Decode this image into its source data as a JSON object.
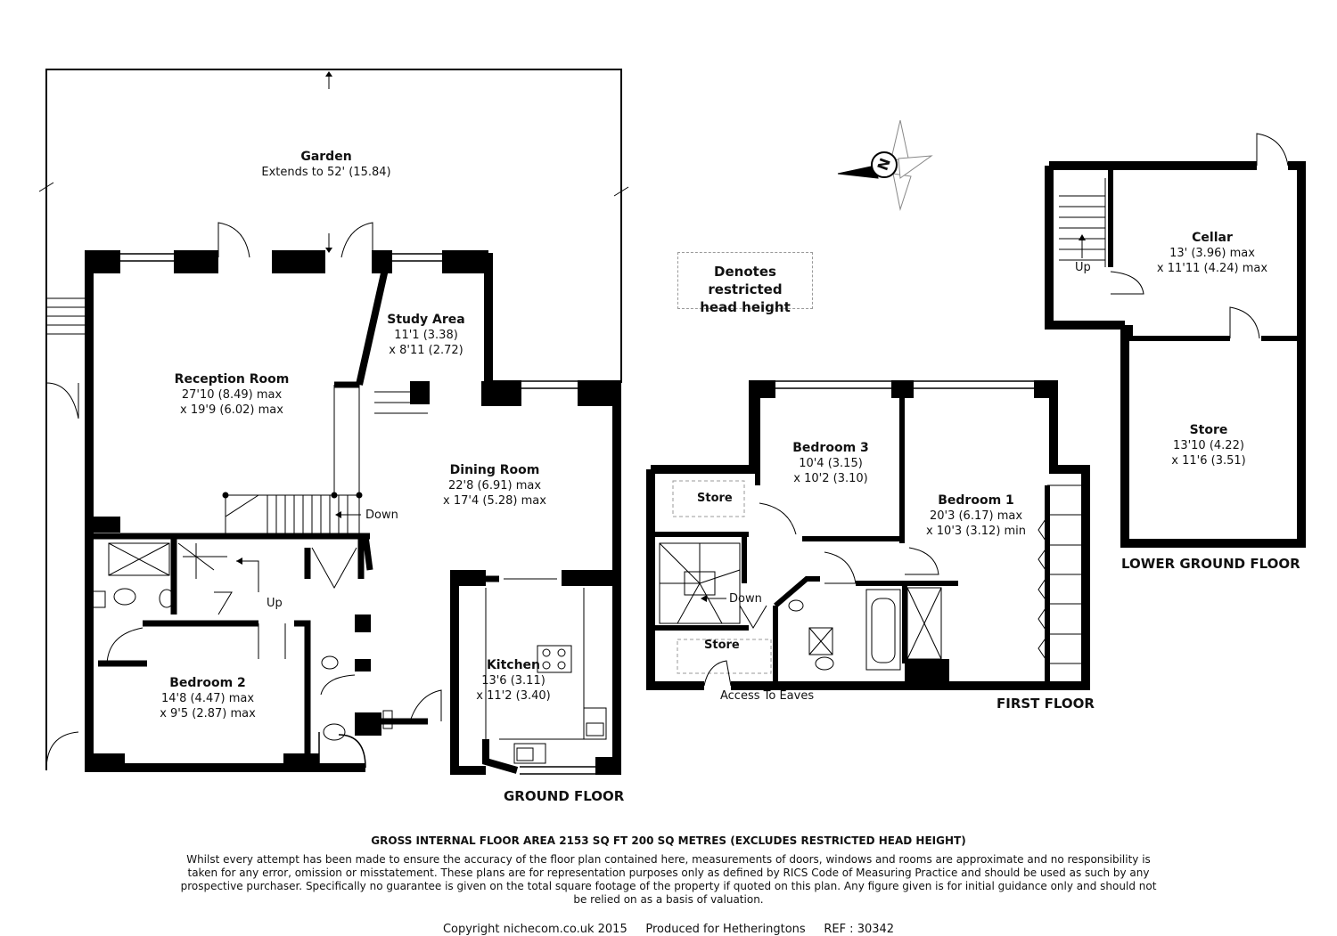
{
  "rooms": {
    "garden": {
      "name": "Garden",
      "dim1": "Extends to 52' (15.84)"
    },
    "reception": {
      "name": "Reception Room",
      "dim1": "27'10 (8.49) max",
      "dim2": "x 19'9 (6.02) max"
    },
    "study": {
      "name": "Study Area",
      "dim1": "11'1 (3.38)",
      "dim2": "x 8'11 (2.72)"
    },
    "dining": {
      "name": "Dining Room",
      "dim1": "22'8 (6.91) max",
      "dim2": "x 17'4 (5.28) max"
    },
    "kitchen": {
      "name": "Kitchen",
      "dim1": "13'6 (3.11)",
      "dim2": "x 11'2 (3.40)"
    },
    "bedroom2": {
      "name": "Bedroom 2",
      "dim1": "14'8 (4.47) max",
      "dim2": "x 9'5 (2.87) max"
    },
    "bedroom3": {
      "name": "Bedroom 3",
      "dim1": "10'4 (3.15)",
      "dim2": "x 10'2 (3.10)"
    },
    "bedroom1": {
      "name": "Bedroom 1",
      "dim1": "20'3 (6.17) max",
      "dim2": "x 10'3 (3.12) min"
    },
    "cellar": {
      "name": "Cellar",
      "dim1": "13' (3.96) max",
      "dim2": "x 11'11 (4.24) max"
    },
    "store_lg": {
      "name": "Store",
      "dim1": "13'10 (4.22)",
      "dim2": "x 11'6 (3.51)"
    }
  },
  "labels": {
    "down_ground": "Down",
    "up_ground": "Up",
    "store_ff_top": "Store",
    "store_ff_bottom": "Store",
    "down_ff": "Down",
    "access_eaves": "Access To Eaves",
    "up_lg": "Up",
    "restricted": "Denotes restricted head height"
  },
  "floors": {
    "ground": "GROUND FLOOR",
    "first": "FIRST FLOOR",
    "lower": "LOWER GROUND FLOOR"
  },
  "compass": {
    "letter": "N"
  },
  "footer": {
    "gia": "GROSS INTERNAL FLOOR AREA 2153 SQ FT 200 SQ METRES (EXCLUDES RESTRICTED HEAD HEIGHT)",
    "disclaimer": "Whilst every attempt has been made to ensure the accuracy of the floor plan contained here, measurements of doors, windows and rooms are approximate and no responsibility is taken for any error, omission or misstatement. These plans are for representation purposes only as defined by RICS Code of Measuring Practice and should be used as such by any prospective purchaser. Specifically no guarantee is given on the total square footage of the property if quoted on this plan. Any figure given is for initial guidance only and should not be relied on as a basis of valuation.",
    "copyright": "Copyright nichecom.co.uk 2015     Produced for Hetheringtons     REF : 30342"
  },
  "colors": {
    "wall": "#000000",
    "line": "#333333",
    "dashed": "#9a9a9a"
  }
}
